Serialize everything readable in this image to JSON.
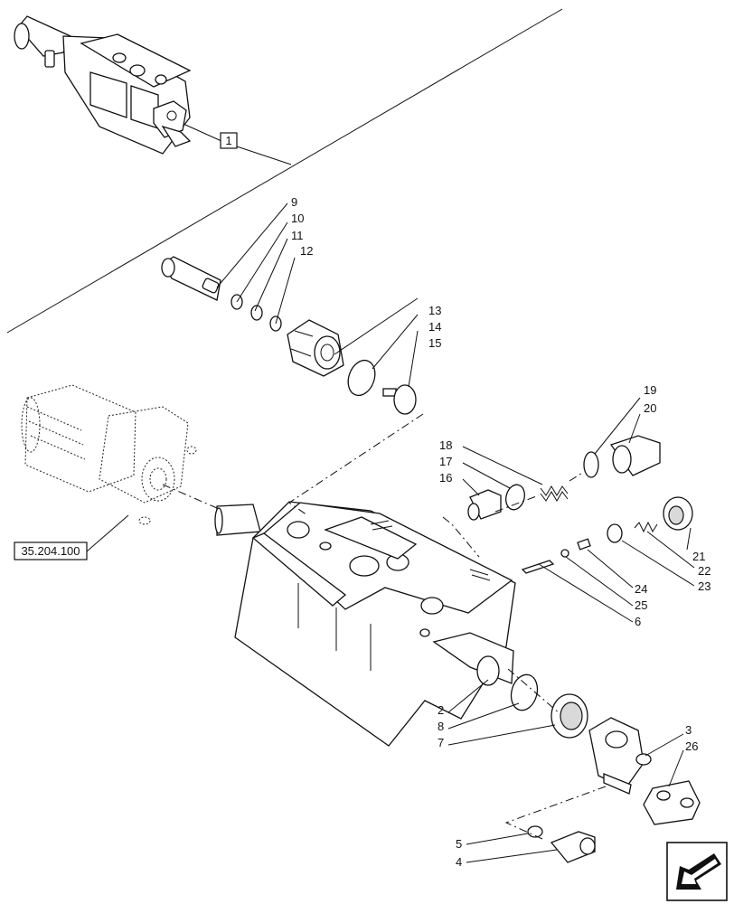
{
  "callouts": {
    "c1": "1",
    "c2": "2",
    "c3": "3",
    "c4": "4",
    "c5": "5",
    "c6": "6",
    "c7": "7",
    "c8": "8",
    "c9": "9",
    "c10": "10",
    "c11": "11",
    "c12": "12",
    "c13": "13",
    "c14": "14",
    "c15": "15",
    "c16": "16",
    "c17": "17",
    "c18": "18",
    "c19": "19",
    "c20": "20",
    "c21": "21",
    "c22": "22",
    "c23": "23",
    "c24": "24",
    "c25": "25",
    "c26": "26"
  },
  "reference": {
    "label": "35.204.100"
  },
  "nav_icon": "back-arrow-icon"
}
